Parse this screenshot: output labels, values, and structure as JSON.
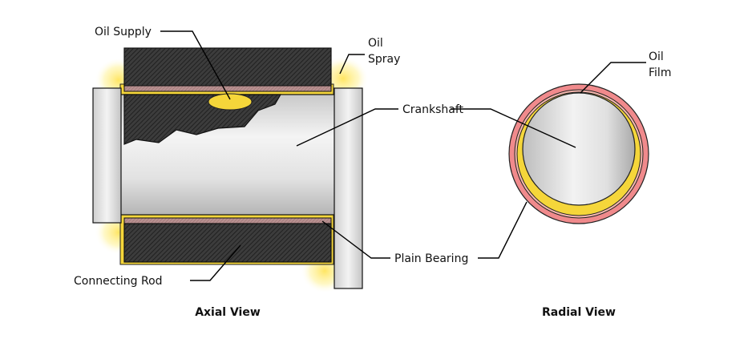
{
  "labels": {
    "oil_supply": "Oil Supply",
    "oil_spray_1": "Oil",
    "oil_spray_2": "Spray",
    "crankshaft": "Crankshaft",
    "oil_film_1": "Oil",
    "oil_film_2": "Film",
    "plain_bearing": "Plain Bearing",
    "connecting_rod": "Connecting Rod"
  },
  "views": {
    "axial": "Axial View",
    "radial": "Radial View"
  },
  "colors": {
    "oil": "#f5d63a",
    "oil_glow": "#fff1a0",
    "bearing": "#b89090",
    "radial_bearing": "#f0888a",
    "rod": "#3a3a3a",
    "shaft_light": "#f2f2f2",
    "shaft_dark": "#b8b8b8"
  }
}
